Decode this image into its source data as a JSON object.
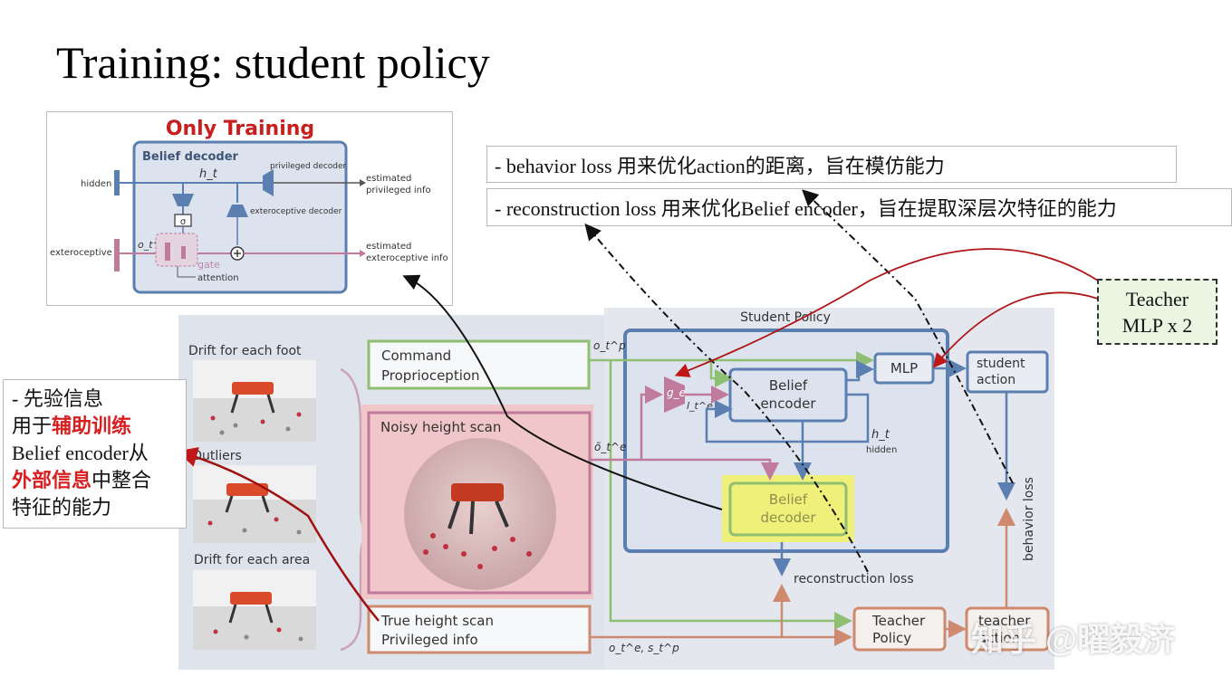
{
  "slide": {
    "title": "Training: student policy"
  },
  "notes": {
    "behavior": "- behavior loss 用来优化action的距离，旨在模仿能力",
    "reconstruction": "- reconstruction loss 用来优化Belief encoder，旨在提取深层次特征的能力"
  },
  "side_note": {
    "line1": "-   先验信息",
    "line2_pre": "用于",
    "line2_red": "辅助训练",
    "line3": "Belief encoder从",
    "line4_red": "外部信息",
    "line4_post": "中整合",
    "line5": "特征的能力"
  },
  "teacher_note": {
    "line1": "Teacher",
    "line2": "MLP x 2"
  },
  "inset": {
    "heading": "Only Training",
    "box_title": "Belief decoder",
    "hidden": "hidden",
    "ht": "h_t",
    "privileged_decoder": "privileged decoder",
    "exteroceptive_decoder": "exteroceptive decoder",
    "sigma": "σ",
    "exteroceptive": "exteroceptive",
    "ote": "o_t^e",
    "gate": "gate",
    "attention": "attention",
    "est_priv_1": "estimated",
    "est_priv_2": "privileged info",
    "est_ext_1": "estimated",
    "est_ext_2": "exteroceptive info"
  },
  "main": {
    "drift_foot": "Drift for each foot",
    "outliers": "Outliers",
    "drift_area": "Drift for each area",
    "command_1": "Command",
    "command_2": "Proprioception",
    "noisy": "Noisy height scan",
    "true_1": "True height scan",
    "true_2": "Privileged info",
    "student_policy": "Student Policy",
    "ge": "g_e",
    "lte": "l_t^e",
    "belief_encoder_1": "Belief",
    "belief_encoder_2": "encoder",
    "mlp": "MLP",
    "student_action_1": "student",
    "student_action_2": "action",
    "ht": "h_t",
    "hidden": "hidden",
    "belief_decoder_1": "Belief",
    "belief_decoder_2": "decoder",
    "reconstruction_loss": "reconstruction loss",
    "behavior_loss": "behavior loss",
    "teacher_policy_1": "Teacher",
    "teacher_policy_2": "Policy",
    "teacher_action_1": "teacher",
    "teacher_action_2": "action",
    "otp": "o_t^p",
    "ote_tilde": "õ_t^e",
    "ote_stp": "o_t^e, s_t^p"
  },
  "watermark": "知乎 @曜毅济",
  "colors": {
    "green": "#8fbf73",
    "pink": "#c07a9b",
    "blue": "#5b7fb0",
    "orange": "#cf8a6e",
    "red": "#c01818",
    "yellow": "#eef07a"
  }
}
